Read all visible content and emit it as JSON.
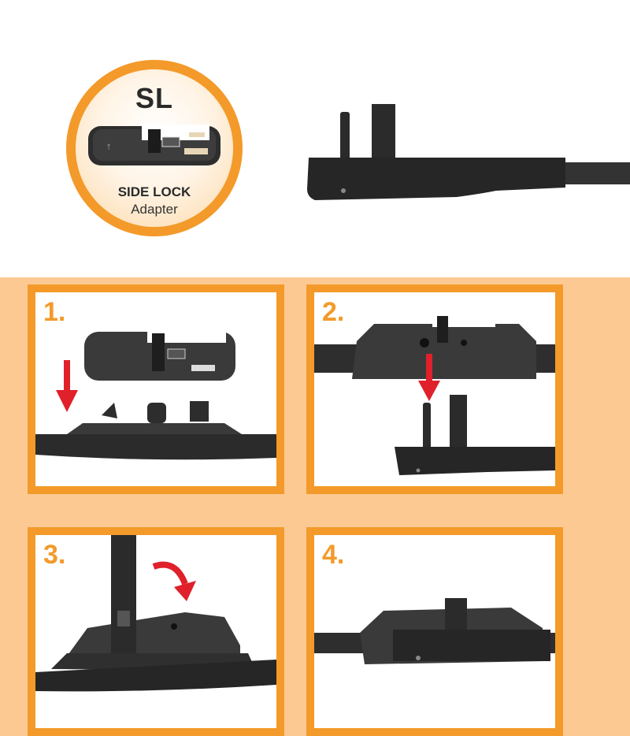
{
  "badge": {
    "code": "SL",
    "title": "SIDE LOCK",
    "subtitle": "Adapter"
  },
  "steps": [
    {
      "number": "1."
    },
    {
      "number": "2."
    },
    {
      "number": "3."
    },
    {
      "number": "4."
    }
  ],
  "colors": {
    "accent_orange": "#f39a2a",
    "background_peach": "#fcc993",
    "arrow_red": "#e0202a",
    "part_black": "#2b2b2b"
  }
}
